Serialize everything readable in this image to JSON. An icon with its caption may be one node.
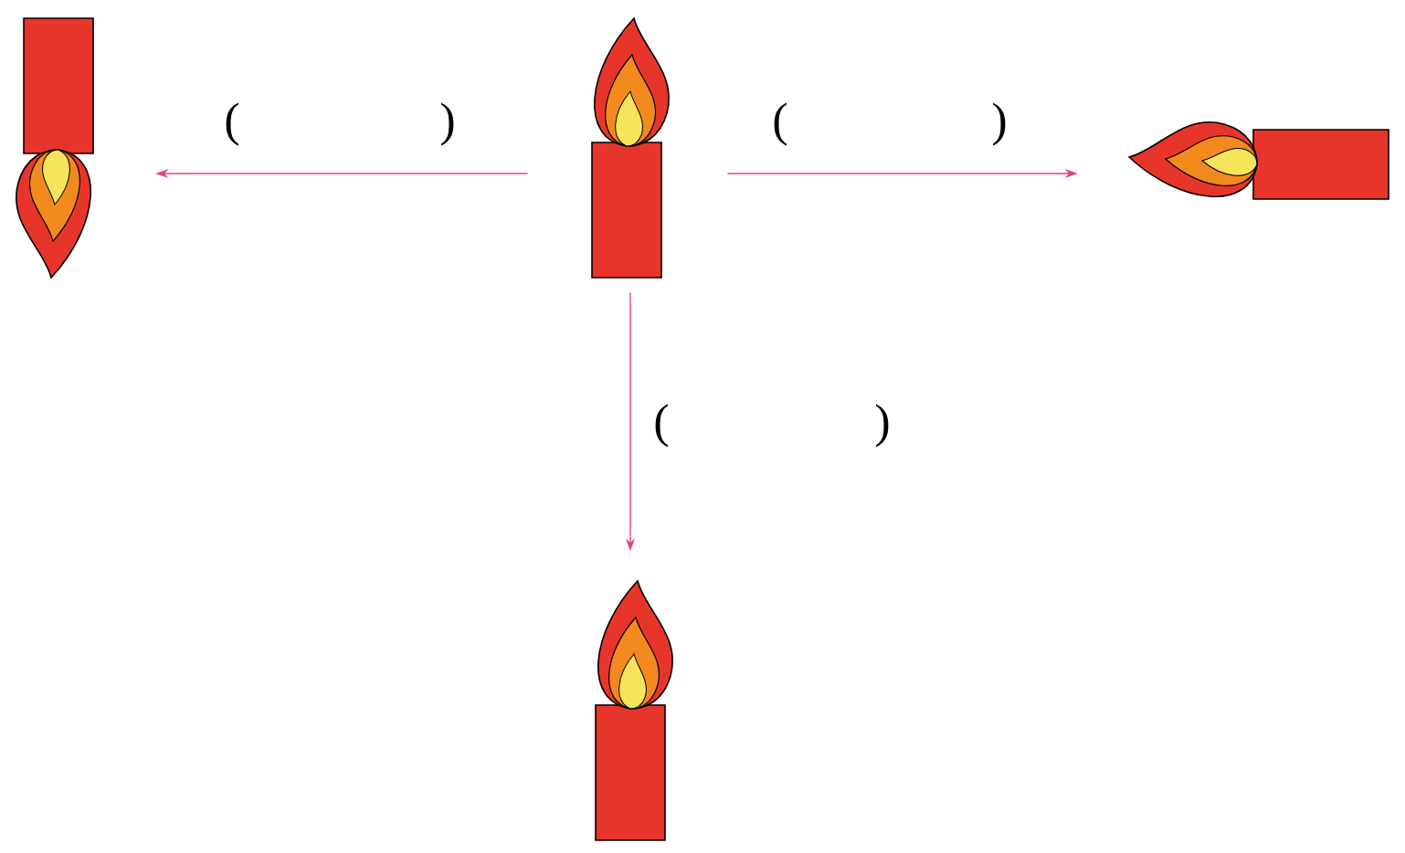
{
  "diagram": {
    "nodes": [
      {
        "text": [],
        "shape": "picture"
      },
      {
        "text": [],
        "shape": "picture"
      },
      {
        "text": [],
        "shape": "picture"
      },
      {
        "text": [],
        "shape": "picture"
      }
    ],
    "edges": [
      {
        "from": 0,
        "to": 1,
        "arrow": "to"
      },
      {
        "from": 0,
        "to": 2,
        "arrow": "to"
      },
      {
        "from": 0,
        "to": 3,
        "arrow": "to"
      }
    ],
    "labels": [
      "(",
      ")",
      "(",
      ")",
      "(",
      ")"
    ]
  }
}
